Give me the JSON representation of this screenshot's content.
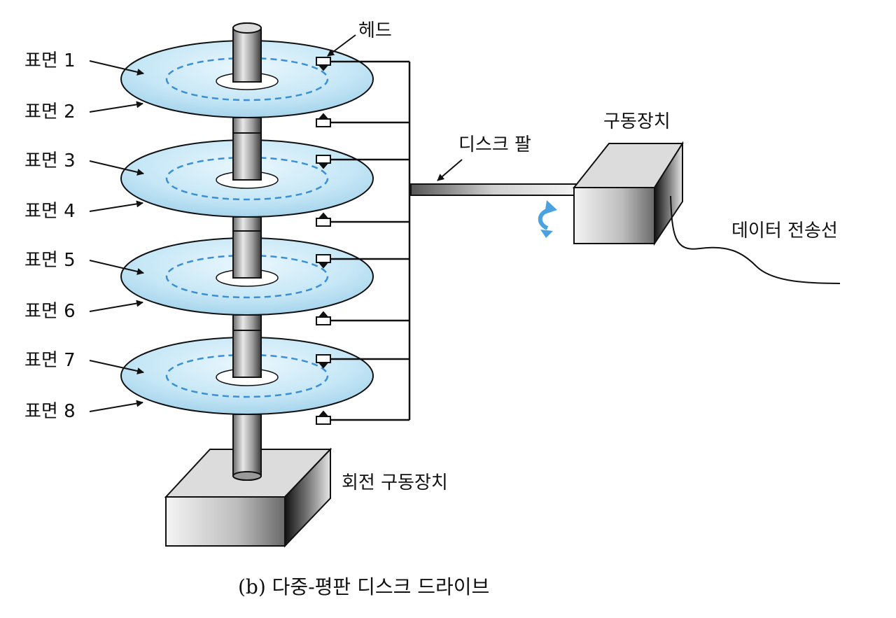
{
  "diagram": {
    "surface_labels": [
      "표면 1",
      "표면 2",
      "표면 3",
      "표면 4",
      "표면 5",
      "표면 6",
      "표면 7",
      "표면 8"
    ],
    "head_label": "헤드",
    "arm_label": "디스크 팔",
    "actuator_label": "구동장치",
    "cable_label": "데이터 전송선",
    "spindle_motor_label": "회전 구동장치",
    "caption": "(b) 다중-평판 디스크 드라이브"
  },
  "colors": {
    "platter": "#bfe3f5",
    "track": "#3a8fd6",
    "rotation_arrow": "#4aa3e0",
    "line": "#111111"
  }
}
